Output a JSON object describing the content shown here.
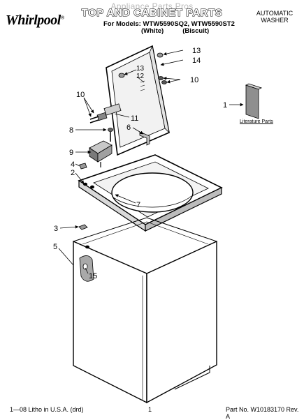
{
  "header": {
    "brand": "Whirlpool",
    "watermark": "Appliance Parts Pros",
    "title": "TOP AND CABINET PARTS",
    "models_line": "For Models: WTW5590SQ2, WTW5590ST2",
    "color_1": "(White)",
    "color_2": "(Biscuit)",
    "product_type_1": "AUTOMATIC",
    "product_type_2": "WASHER"
  },
  "callouts": {
    "p1": "1",
    "p2": "2",
    "p3": "3",
    "p4": "4",
    "p5": "5",
    "p6": "6",
    "p7": "7",
    "p8": "8",
    "p9": "9",
    "p10a": "10",
    "p10b": "10",
    "p11": "11",
    "p12": "12",
    "p13a": "13",
    "p13b": "13",
    "p14": "14",
    "p15": "15"
  },
  "literature_label": "Literature Parts",
  "footer": {
    "left": "1—08 Litho in U.S.A. (drd)",
    "center": "1",
    "right": "Part No. W10183170 Rev. A"
  }
}
